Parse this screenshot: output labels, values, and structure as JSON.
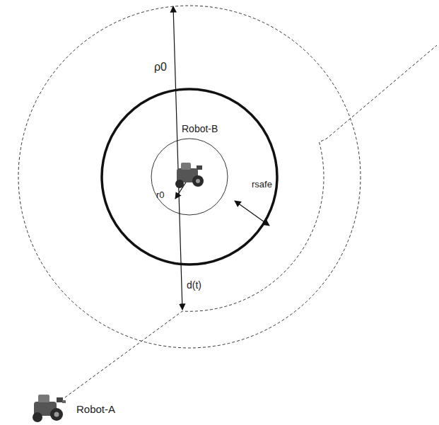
{
  "diagram": {
    "labels": [
      "ρ0",
      "Robot-B",
      "r0",
      "rsafe",
      "d(t)",
      "Robot-A"
    ]
  }
}
